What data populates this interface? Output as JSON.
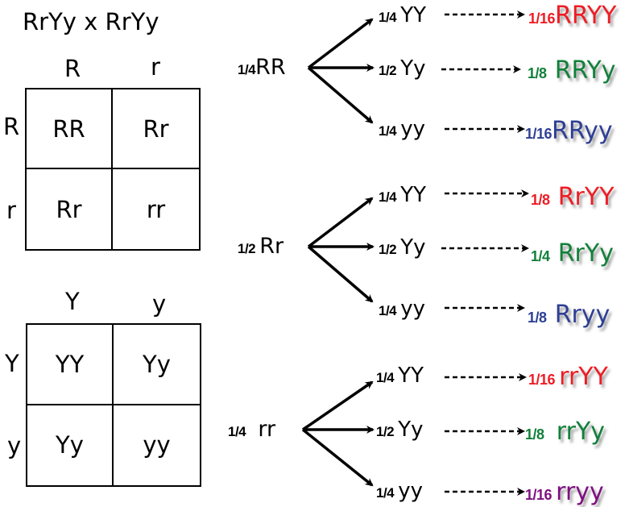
{
  "title": "RrYy x RrYy",
  "punnett_r": {
    "col_headers": [
      "R",
      "r"
    ],
    "row_headers": [
      "R",
      "r"
    ],
    "cells": [
      "RR",
      "Rr",
      "Rr",
      "rr"
    ]
  },
  "punnett_y": {
    "col_headers": [
      "Y",
      "y"
    ],
    "row_headers": [
      "Y",
      "y"
    ],
    "cells": [
      "YY",
      "Yy",
      "Yy",
      "yy"
    ]
  },
  "branches": [
    {
      "parent_frac": "1/4",
      "parent_geno": "RR",
      "children": [
        {
          "frac": "1/4",
          "geno": "YY",
          "result_frac": "1/16",
          "result_geno": "RRYY",
          "color": "#ee1c24"
        },
        {
          "frac": "1/2",
          "geno": "Yy",
          "result_frac": "1/8",
          "result_geno": "RRYy",
          "color": "#12803a"
        },
        {
          "frac": "1/4",
          "geno": "yy",
          "result_frac": "1/16",
          "result_geno": "RRyy",
          "color": "#2e3f94"
        }
      ]
    },
    {
      "parent_frac": "1/2",
      "parent_geno": "Rr",
      "children": [
        {
          "frac": "1/4",
          "geno": "YY",
          "result_frac": "1/8",
          "result_geno": "RrYY",
          "color": "#ee1c24"
        },
        {
          "frac": "1/2",
          "geno": "Yy",
          "result_frac": "1/4",
          "result_geno": "RrYy",
          "color": "#12803a"
        },
        {
          "frac": "1/4",
          "geno": "yy",
          "result_frac": "1/8",
          "result_geno": "Rryy",
          "color": "#2e3f94"
        }
      ]
    },
    {
      "parent_frac": "1/4",
      "parent_geno": "rr",
      "children": [
        {
          "frac": "1/4",
          "geno": "YY",
          "result_frac": "1/16",
          "result_geno": "rrYY",
          "color": "#ee1c24"
        },
        {
          "frac": "1/2",
          "geno": "Yy",
          "result_frac": "1/8",
          "result_geno": "rrYy",
          "color": "#12803a"
        },
        {
          "frac": "1/4",
          "geno": "yy",
          "result_frac": "1/16",
          "result_geno": "rryy",
          "color": "#7e1080"
        }
      ]
    }
  ]
}
